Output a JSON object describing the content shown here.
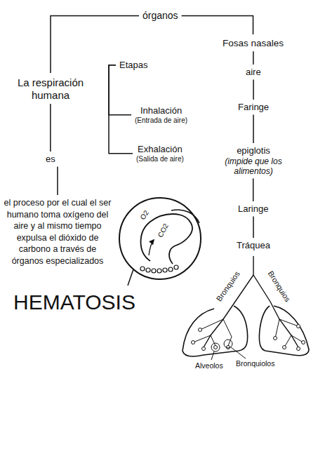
{
  "diagram": {
    "nodes": [
      {
        "text": [
          "órganos"
        ]
      },
      {
        "text": [
          "La respiración humana"
        ]
      },
      {
        "text": [
          "Etapas"
        ]
      },
      {
        "text": [
          "Inhalación",
          "(Entrada de aire)"
        ]
      },
      {
        "text": [
          "Exhalación",
          "(Salida de aire)"
        ]
      },
      {
        "text": [
          "Fosas nasales"
        ]
      },
      {
        "text": [
          "aire"
        ]
      },
      {
        "text": [
          "Faringe"
        ]
      },
      {
        "text": [
          "epiglotis",
          "(impide que los alimentos)"
        ]
      },
      {
        "text": [
          "Laringe"
        ]
      },
      {
        "text": [
          "Tráquea"
        ]
      },
      {
        "text": [
          "es"
        ]
      },
      {
        "text": [
          "el proceso por el cual el ser humano toma oxígeno del aire y al mismo tiempo expulsa el dióxido de carbono a través de órganos especializados"
        ]
      }
    ],
    "edges": [
      {
        "from": 0,
        "to": 1,
        "arrow": "none"
      },
      {
        "from": 0,
        "to": 5,
        "arrow": "none"
      },
      {
        "from": 2,
        "to": 3,
        "arrow": "none"
      },
      {
        "from": 2,
        "to": 4,
        "arrow": "none"
      },
      {
        "from": 1,
        "to": 11,
        "arrow": "none"
      },
      {
        "from": 11,
        "to": 12,
        "arrow": "none"
      },
      {
        "from": 5,
        "to": 6,
        "arrow": "none"
      },
      {
        "from": 6,
        "to": 7,
        "arrow": "none"
      },
      {
        "from": 7,
        "to": 8,
        "arrow": "none"
      },
      {
        "from": 8,
        "to": 9,
        "arrow": "none"
      },
      {
        "from": 9,
        "to": 10,
        "arrow": "none"
      }
    ],
    "labels": [
      "HEMATOSIS",
      "O2",
      "CO2",
      "Bronquios",
      "Bronquios",
      "Alveolos",
      "Bronquiolos"
    ]
  }
}
